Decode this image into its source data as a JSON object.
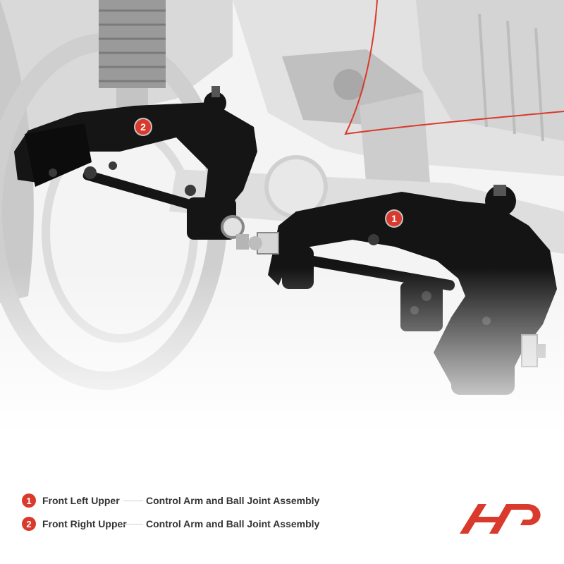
{
  "colors": {
    "accent": "#d93a2b",
    "text": "#333333"
  },
  "photo": {
    "subject": "upper-control-arm-pair-on-suspension"
  },
  "markers": [
    {
      "number": "1"
    },
    {
      "number": "2"
    }
  ],
  "legend": [
    {
      "number": "1",
      "position": "Front Left Upper",
      "description": "Control Arm and Ball Joint Assembly"
    },
    {
      "number": "2",
      "position": "Front Right Upper",
      "description": "Control Arm and Ball Joint Assembly"
    }
  ]
}
